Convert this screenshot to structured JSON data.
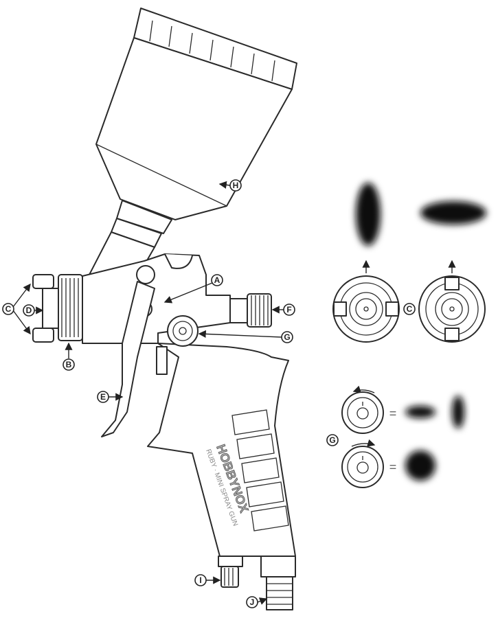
{
  "title": "Hobbynox Ruby Mini Spray Gun parts diagram",
  "brand": "HOBBYNOX",
  "product_name": "RUBY · MINI SPRAY GUN",
  "labels": {
    "A": "A",
    "B": "B",
    "C": "C",
    "D": "D",
    "E": "E",
    "F": "F",
    "G": "G",
    "H": "H",
    "I": "I",
    "J": "J"
  },
  "equals": "="
}
